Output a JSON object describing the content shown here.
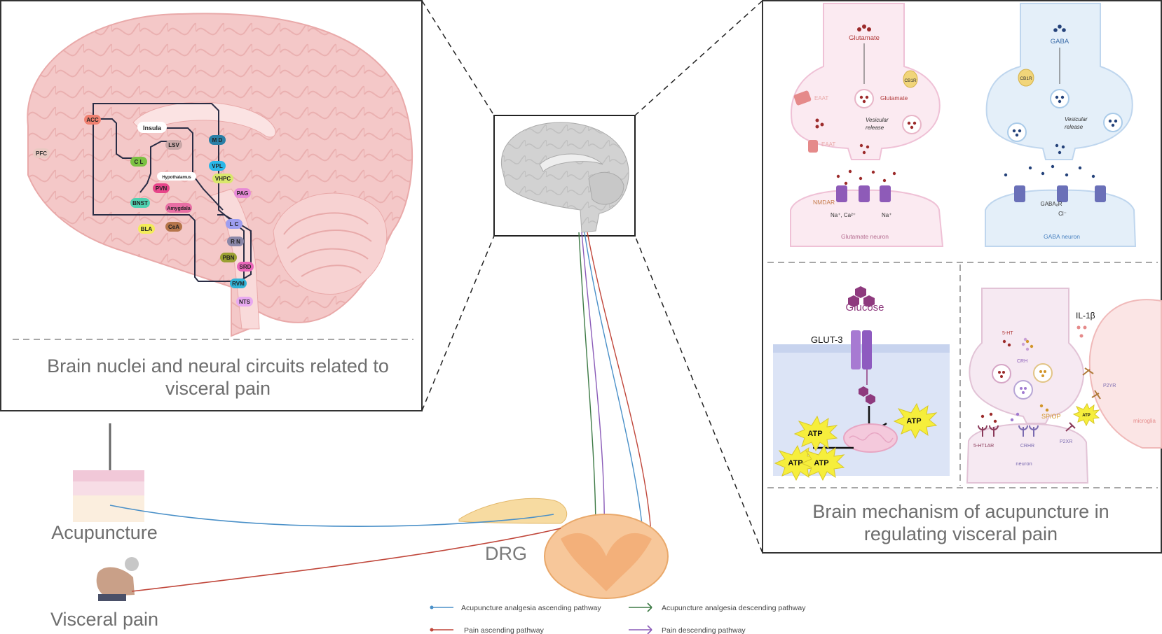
{
  "left_panel": {
    "title_line1": "Brain nuclei and neural circuits related to",
    "title_line2": "visceral pain",
    "nuclei": {
      "pfc": "PFC",
      "acc": "ACC",
      "insula": "Insula",
      "lsv": "LSV",
      "cl": "C L",
      "md": "M D",
      "hypothalamus": "Hypothalamus",
      "vpl": "VPL",
      "vhpc": "VHPC",
      "pvn": "PVN",
      "bnst": "BNST",
      "pag": "PAG",
      "amygdala": "Amygdala",
      "lc": "L C",
      "bla": "BLA",
      "cea": "CeA",
      "rn": "R N",
      "pbn": "PBN",
      "srd": "SRD",
      "rvm": "RVM",
      "nts": "NTS"
    },
    "nucleus_colors": {
      "pfc": "#e9c9c2",
      "acc": "#f08070",
      "insula": "#ffffff",
      "lsv": "#c9a7a7",
      "cl": "#7bc142",
      "md": "#2a7fa6",
      "hypothalamus": "#ffffff",
      "vpl": "#29b6e8",
      "vhpc": "#d9e86b",
      "pvn": "#e8458a",
      "bnst": "#4fd1b0",
      "pag": "#e78ad6",
      "amygdala": "#e86fa4",
      "lc": "#9e9ef0",
      "bla": "#f3ec5a",
      "cea": "#b5754a",
      "rn": "#8a87a8",
      "pbn": "#9aa032",
      "srd": "#e865b9",
      "rvm": "#31b3d6",
      "nts": "#e8a9f0"
    }
  },
  "center": {
    "drg_label": "DRG",
    "acupuncture_label": "Acupuncture",
    "visceral_pain_label": "Visceral pain"
  },
  "right_panel": {
    "title_line1": "Brain mechanism of acupuncture in",
    "title_line2": "regulating visceral pain",
    "glutamate": {
      "top_label": "Glutamate",
      "vesicle_label": "Glutamate",
      "eaat1": "EAAT",
      "eaat2": "EAAT",
      "cb1r": "CB1R",
      "vesicular": "Vesicular",
      "release": "release",
      "nmdar": "NMDAR",
      "ions1": "Na⁺, Ca²⁺",
      "ions2": "Na⁺",
      "neuron": "Glutamate neuron"
    },
    "gaba": {
      "top_label": "GABA",
      "cb1r": "CB1R",
      "vesicular": "Vesicular",
      "release": "release",
      "receptor": "GABAₐR",
      "ion": "Cl⁻",
      "neuron": "GABA neuron"
    },
    "glucose": {
      "glucose_label": "Glucose",
      "transporter": "GLUT-3",
      "atp1": "ATP",
      "atp2": "ATP",
      "atp3": "ATP",
      "atp4": "ATP"
    },
    "serotonin": {
      "ht": "5-HT",
      "crh": "CRH",
      "il1b": "IL-1β",
      "p2yr": "P2YR",
      "atp": "ATP",
      "spop": "SP/OP",
      "ht1ar": "5-HT1AR",
      "crhr": "CRHR",
      "p2xr": "P2XR",
      "neuron": "neuron",
      "microglia": "microglia"
    }
  },
  "legend": {
    "items": [
      {
        "label": "Acupuncture analgesia ascending pathway",
        "color": "#4a90c8"
      },
      {
        "label": "Acupuncture analgesia descending pathway",
        "color": "#3d7a45"
      },
      {
        "label": "Pain ascending pathway",
        "color": "#c0463a"
      },
      {
        "label": "Pain descending pathway",
        "color": "#8a5bb8"
      }
    ]
  },
  "colors": {
    "brain_pink": "#f4c8c8",
    "brain_outline": "#e9a9a9",
    "glut_pink": "#f3d9e6",
    "gaba_blue": "#d9e8f6",
    "glucose_purple": "#8e3a7e",
    "atp_yellow": "#f6ee3c"
  }
}
